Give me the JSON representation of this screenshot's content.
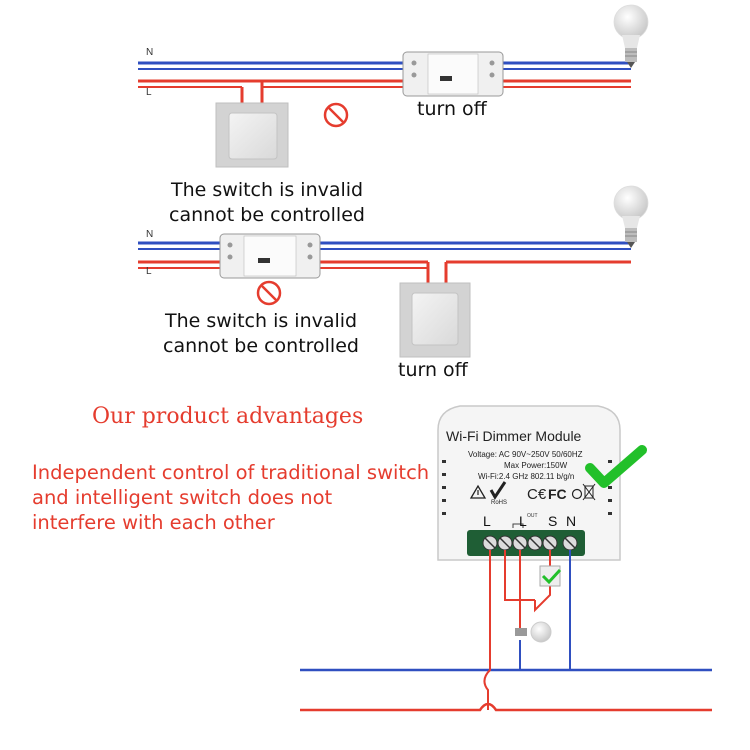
{
  "wire_labels": {
    "neutral": "N",
    "live": "L"
  },
  "captions": {
    "turn_off": "turn off",
    "invalid_line1": "The switch is invalid",
    "invalid_line2": "cannot be controlled"
  },
  "advantages": {
    "title": "Our product advantages",
    "lines": [
      "Independent control of traditional switch",
      "and intelligent switch does not",
      "interfere with each other"
    ]
  },
  "module": {
    "title": "Wi-Fi Dimmer Module",
    "voltage": "Voltage: AC 90V~250V   50/60HZ",
    "max_power": "Max Power:150W",
    "wifi": "Wi-Fi:2.4 GHz   802.11 b/g/n",
    "terminals": {
      "l": "L",
      "l_out": "L",
      "s": "S",
      "n": "N"
    },
    "out_label": "OUT"
  },
  "colors": {
    "neutral_wire": "#2f4fc0",
    "live_wire": "#e53c2e",
    "text_red": "#e53c2e",
    "check_green": "#22c02a",
    "terminal_green": "#1f5e35"
  },
  "icons": [
    "no-entry-icon",
    "bulb-icon",
    "check-icon",
    "ce-mark-icon",
    "fcc-mark-icon",
    "rohs-mark-icon",
    "warning-icon",
    "weee-bin-icon"
  ]
}
